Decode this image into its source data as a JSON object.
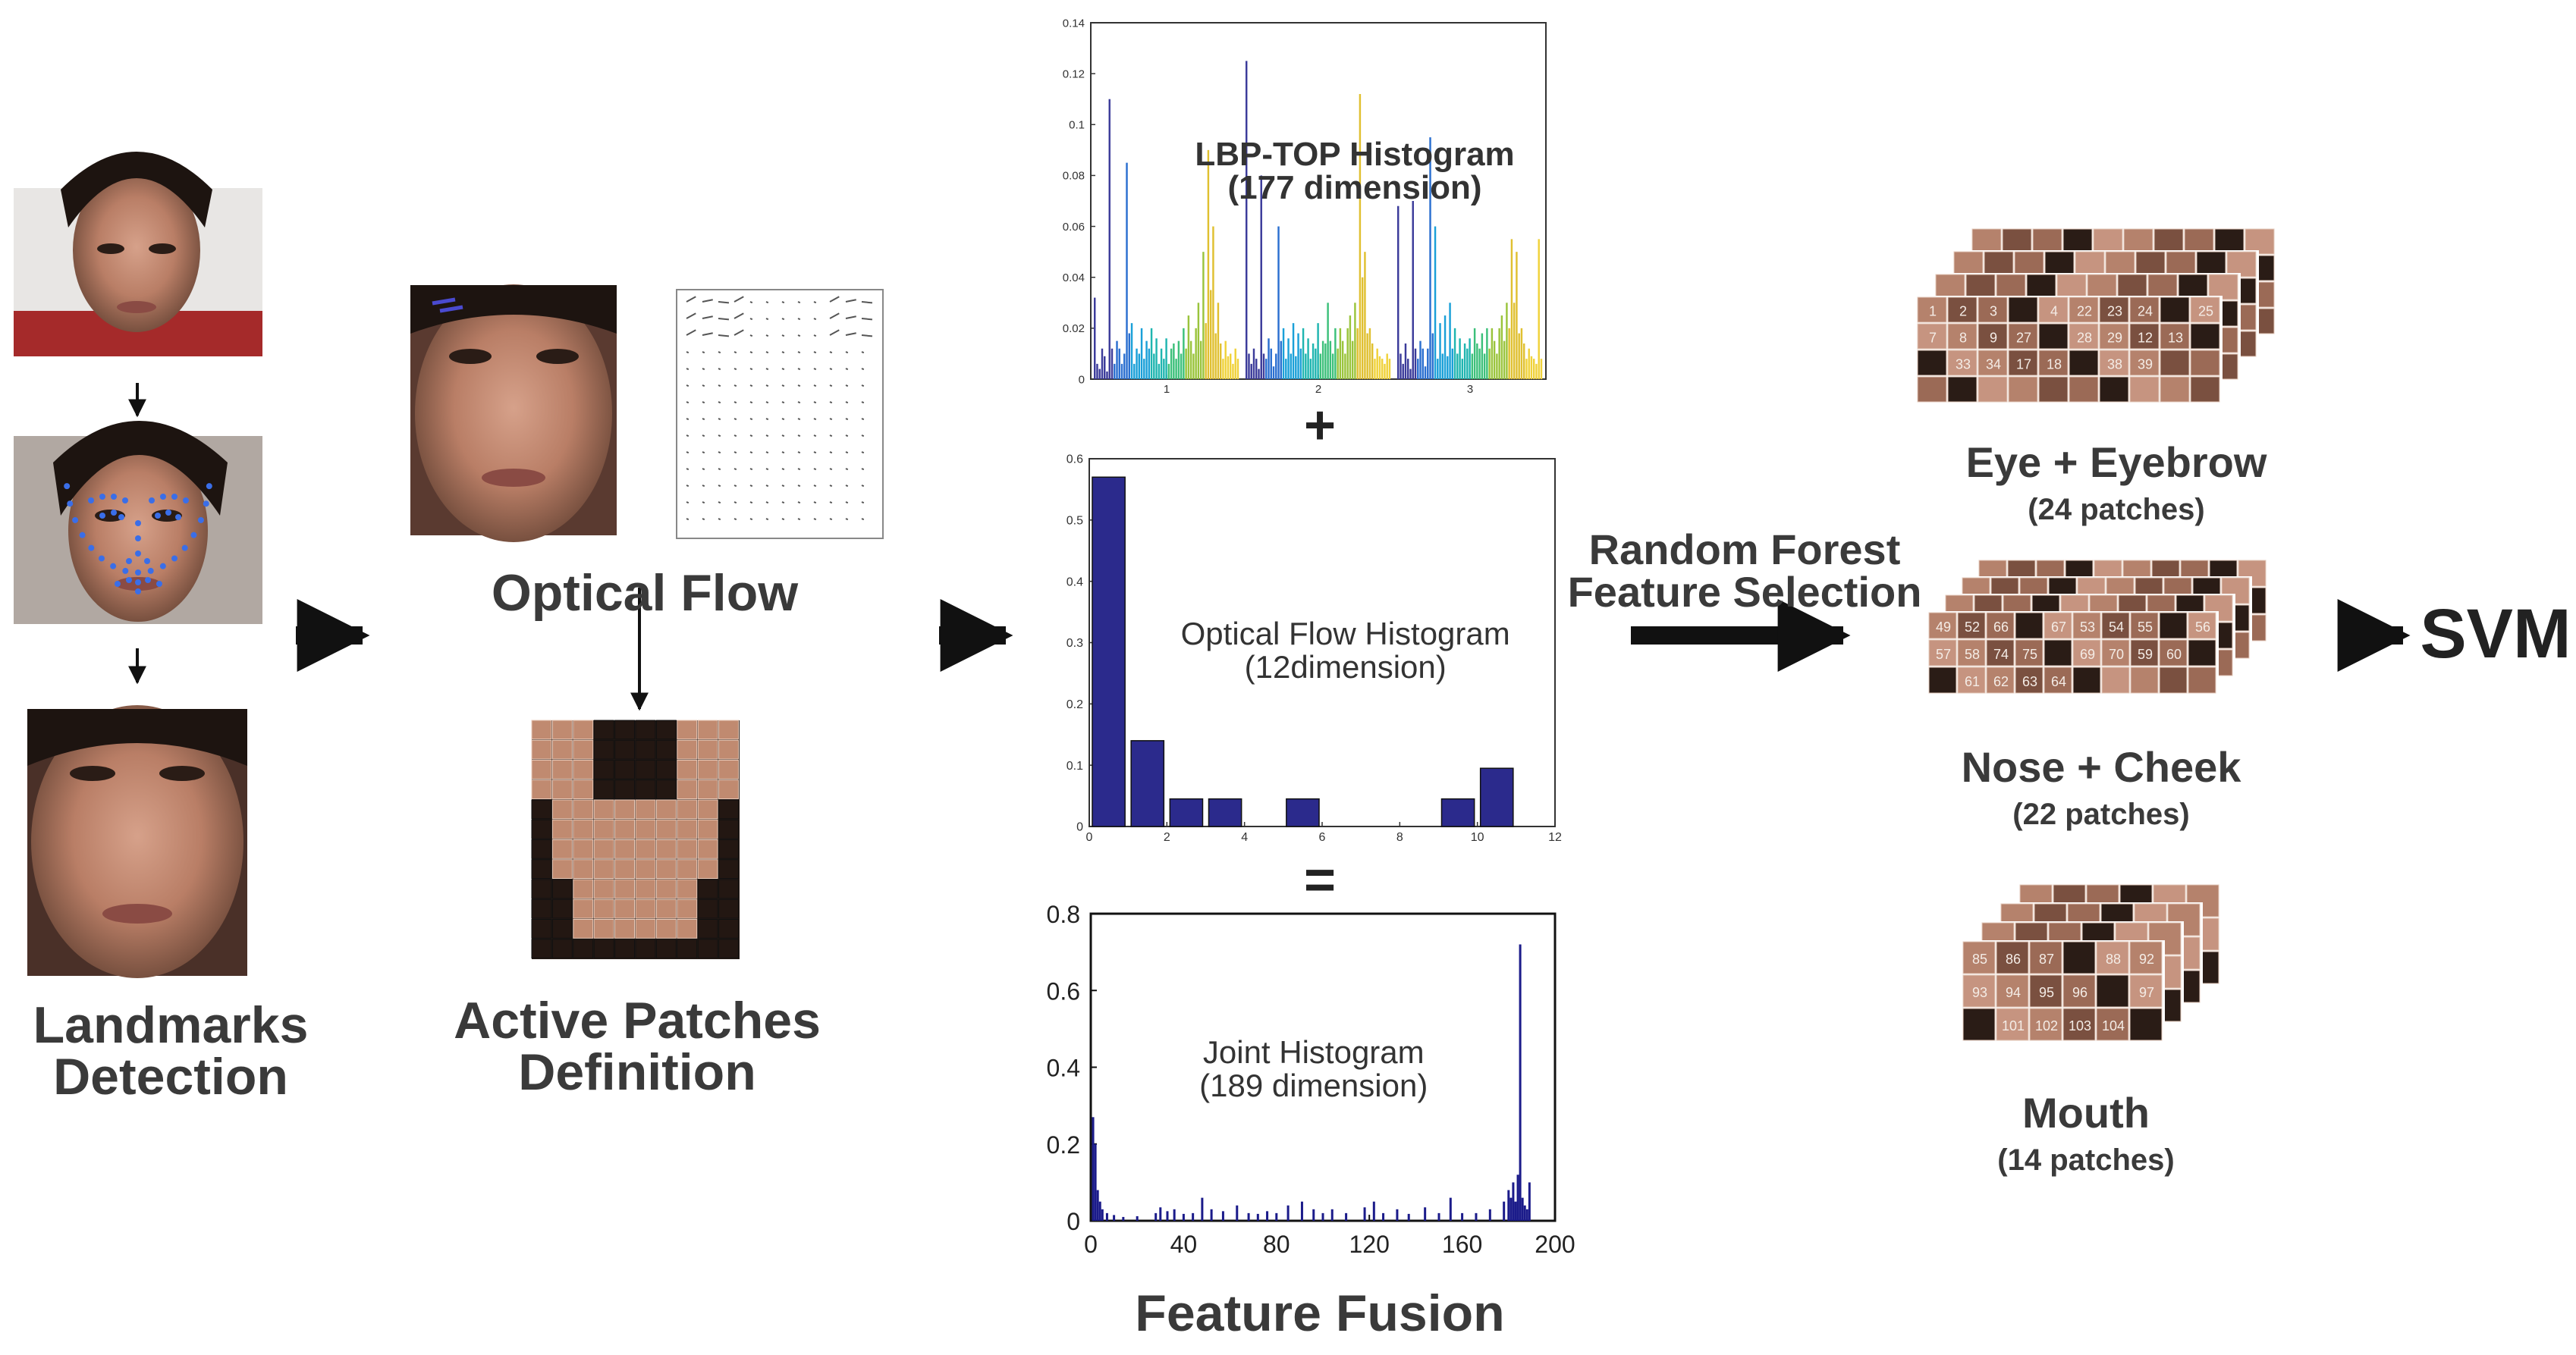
{
  "labels": {
    "landmarks_line1": "Landmarks",
    "landmarks_line2": "Detection",
    "optical_flow": "Optical Flow",
    "active_line1": "Active Patches",
    "active_line2": "Definition",
    "feature_fusion": "Feature Fusion",
    "rf_line1": "Random Forest",
    "rf_line2": "Feature Selection",
    "svm": "SVM",
    "eye_title": "Eye + Eyebrow",
    "eye_sub": "(24 patches)",
    "nose_title": "Nose + Cheek",
    "nose_sub": "(22 patches)",
    "mouth_title": "Mouth",
    "mouth_sub": "(14 patches)",
    "plus": "+",
    "equals": "="
  },
  "patch_numbers": {
    "eye": [
      "1",
      "2",
      "3",
      "4",
      "22",
      "23",
      "24",
      "25",
      "7",
      "8",
      "9",
      "27",
      "28",
      "29",
      "12",
      "13",
      "33",
      "34",
      "17",
      "18",
      "38",
      "39"
    ],
    "nose": [
      "49",
      "52",
      "66",
      "67",
      "53",
      "54",
      "55",
      "56",
      "57",
      "58",
      "74",
      "75",
      "69",
      "70",
      "59",
      "60",
      "61",
      "62",
      "63",
      "64"
    ],
    "mouth": [
      "85",
      "86",
      "87",
      "88",
      "92",
      "93",
      "94",
      "95",
      "96",
      "97",
      "101",
      "102",
      "103",
      "104"
    ]
  },
  "chart_data": [
    {
      "type": "bar",
      "title": "LBP-TOP Histogram",
      "subtitle": "(177 dimension)",
      "x_ticks": [
        "1",
        "2",
        "3"
      ],
      "y_ticks": [
        "0",
        "0.02",
        "0.04",
        "0.06",
        "0.08",
        "0.1",
        "0.12",
        "0.14"
      ],
      "ylim": [
        0,
        0.14
      ],
      "groups": [
        {
          "name": "1",
          "values": [
            0.032,
            0.006,
            0.004,
            0.012,
            0.009,
            0.003,
            0.11,
            0.012,
            0.006,
            0.015,
            0.012,
            0.006,
            0.01,
            0.085,
            0.018,
            0.022,
            0.006,
            0.012,
            0.01,
            0.02,
            0.008,
            0.015,
            0.012,
            0.02,
            0.01,
            0.016,
            0.006,
            0.012,
            0.008,
            0.016,
            0.006,
            0.012,
            0.014,
            0.008,
            0.015,
            0.01,
            0.02,
            0.012,
            0.025,
            0.015,
            0.01,
            0.02,
            0.03,
            0.015,
            0.05,
            0.022,
            0.09,
            0.035,
            0.06,
            0.018,
            0.03,
            0.014,
            0.008,
            0.015,
            0.009,
            0.01,
            0.006,
            0.012,
            0.008
          ]
        },
        {
          "name": "2",
          "values": [
            0.125,
            0.01,
            0.006,
            0.012,
            0.008,
            0.004,
            0.08,
            0.01,
            0.008,
            0.016,
            0.012,
            0.005,
            0.01,
            0.06,
            0.015,
            0.02,
            0.008,
            0.016,
            0.01,
            0.022,
            0.009,
            0.018,
            0.012,
            0.02,
            0.01,
            0.016,
            0.008,
            0.014,
            0.012,
            0.022,
            0.01,
            0.015,
            0.014,
            0.03,
            0.015,
            0.01,
            0.02,
            0.012,
            0.02,
            0.015,
            0.01,
            0.02,
            0.025,
            0.015,
            0.03,
            0.02,
            0.112,
            0.04,
            0.05,
            0.018,
            0.02,
            0.014,
            0.008,
            0.012,
            0.009,
            0.008,
            0.006,
            0.01,
            0.008
          ]
        },
        {
          "name": "3",
          "values": [
            0.068,
            0.01,
            0.006,
            0.014,
            0.008,
            0.004,
            0.07,
            0.012,
            0.008,
            0.015,
            0.012,
            0.005,
            0.012,
            0.095,
            0.018,
            0.06,
            0.008,
            0.022,
            0.01,
            0.025,
            0.009,
            0.03,
            0.012,
            0.02,
            0.01,
            0.016,
            0.008,
            0.014,
            0.012,
            0.016,
            0.01,
            0.02,
            0.014,
            0.012,
            0.018,
            0.01,
            0.02,
            0.012,
            0.02,
            0.015,
            0.01,
            0.02,
            0.025,
            0.015,
            0.03,
            0.02,
            0.055,
            0.03,
            0.05,
            0.018,
            0.02,
            0.014,
            0.008,
            0.012,
            0.009,
            0.008,
            0.006,
            0.055,
            0.008
          ]
        }
      ]
    },
    {
      "type": "bar",
      "title": "Optical Flow Histogram",
      "subtitle": "(12dimension)",
      "categories": [
        1,
        2,
        3,
        4,
        5,
        6,
        7,
        8,
        9,
        10,
        11,
        12
      ],
      "values": [
        0.57,
        0.14,
        0.045,
        0.045,
        0.0,
        0.045,
        0.0,
        0.0,
        0.0,
        0.045,
        0.095,
        0.0
      ],
      "x_ticks": [
        "0",
        "2",
        "4",
        "6",
        "8",
        "10",
        "12"
      ],
      "y_ticks": [
        "0",
        "0.1",
        "0.2",
        "0.3",
        "0.4",
        "0.5",
        "0.6"
      ],
      "xlim": [
        0,
        12
      ],
      "ylim": [
        0,
        0.6
      ]
    },
    {
      "type": "bar",
      "title": "Joint Histogram",
      "subtitle": "(189 dimension)",
      "x_ticks": [
        "0",
        "40",
        "80",
        "120",
        "160",
        "200"
      ],
      "y_ticks": [
        "0",
        "0.2",
        "0.4",
        "0.6",
        "0.8"
      ],
      "xlim": [
        0,
        200
      ],
      "ylim": [
        0,
        0.8
      ],
      "spikes": [
        [
          1,
          0.27
        ],
        [
          2,
          0.2
        ],
        [
          3,
          0.08
        ],
        [
          4,
          0.05
        ],
        [
          5,
          0.03
        ],
        [
          7,
          0.02
        ],
        [
          10,
          0.015
        ],
        [
          14,
          0.01
        ],
        [
          20,
          0.012
        ],
        [
          28,
          0.02
        ],
        [
          30,
          0.035
        ],
        [
          33,
          0.025
        ],
        [
          36,
          0.03
        ],
        [
          40,
          0.018
        ],
        [
          44,
          0.02
        ],
        [
          48,
          0.06
        ],
        [
          52,
          0.03
        ],
        [
          57,
          0.025
        ],
        [
          63,
          0.04
        ],
        [
          68,
          0.02
        ],
        [
          72,
          0.018
        ],
        [
          76,
          0.025
        ],
        [
          80,
          0.02
        ],
        [
          85,
          0.04
        ],
        [
          91,
          0.05
        ],
        [
          96,
          0.03
        ],
        [
          100,
          0.02
        ],
        [
          104,
          0.03
        ],
        [
          110,
          0.02
        ],
        [
          118,
          0.035
        ],
        [
          122,
          0.05
        ],
        [
          126,
          0.02
        ],
        [
          132,
          0.03
        ],
        [
          137,
          0.018
        ],
        [
          144,
          0.035
        ],
        [
          150,
          0.02
        ],
        [
          155,
          0.06
        ],
        [
          160,
          0.02
        ],
        [
          166,
          0.02
        ],
        [
          172,
          0.03
        ],
        [
          178,
          0.05
        ],
        [
          180,
          0.08
        ],
        [
          181,
          0.06
        ],
        [
          182,
          0.1
        ],
        [
          183,
          0.05
        ],
        [
          184,
          0.12
        ],
        [
          185,
          0.72
        ],
        [
          186,
          0.06
        ],
        [
          187,
          0.04
        ],
        [
          188,
          0.03
        ],
        [
          189,
          0.1
        ]
      ]
    }
  ]
}
